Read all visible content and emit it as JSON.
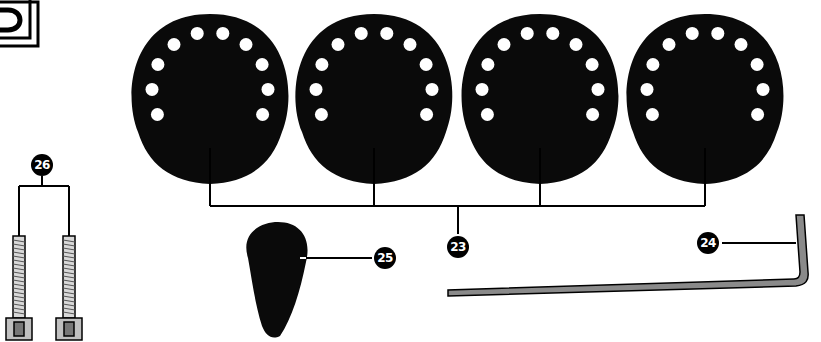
{
  "diagram": {
    "labels": [
      "26",
      "25",
      "23",
      "24"
    ]
  }
}
